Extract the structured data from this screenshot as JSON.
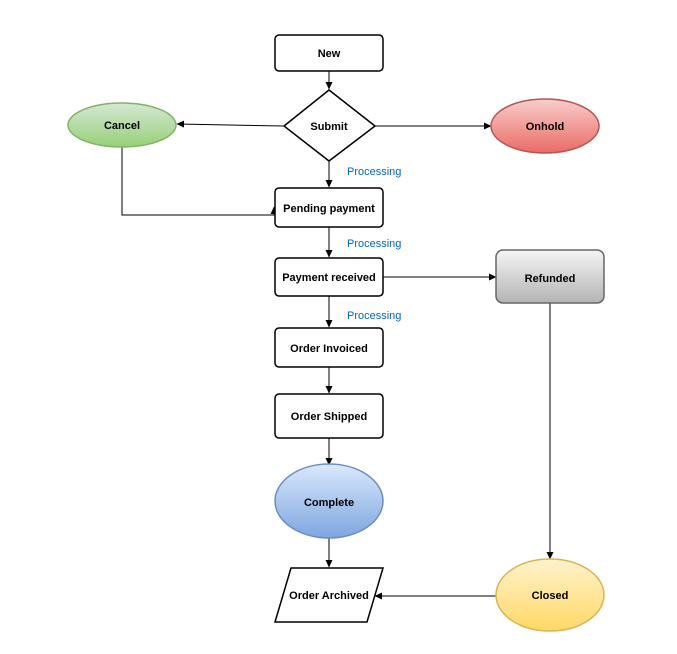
{
  "nodes": {
    "new": {
      "label": "New"
    },
    "submit": {
      "label": "Submit"
    },
    "cancel": {
      "label": "Cancel"
    },
    "onhold": {
      "label": "Onhold"
    },
    "pending_payment": {
      "label": "Pending payment"
    },
    "payment_received": {
      "label": "Payment received"
    },
    "refunded": {
      "label": "Refunded"
    },
    "order_invoiced": {
      "label": "Order Invoiced"
    },
    "order_shipped": {
      "label": "Order Shipped"
    },
    "complete": {
      "label": "Complete"
    },
    "order_archived": {
      "label": "Order Archived"
    },
    "closed": {
      "label": "Closed"
    }
  },
  "edge_labels": {
    "submit_to_pending": "Processing",
    "pending_to_received": "Processing",
    "received_to_invoiced": "Processing"
  },
  "colors": {
    "cancel_fill_top": "#d5e8d4",
    "cancel_fill_bottom": "#97d077",
    "cancel_stroke": "#82b366",
    "onhold_fill_top": "#f8cecc",
    "onhold_fill_bottom": "#ea6b66",
    "onhold_stroke": "#b85450",
    "refunded_fill_top": "#f5f5f5",
    "refunded_fill_bottom": "#b3b3b3",
    "refunded_stroke": "#666666",
    "complete_fill_top": "#dae8fc",
    "complete_fill_bottom": "#7ea6e0",
    "complete_stroke": "#6c8ebf",
    "closed_fill_top": "#fff2cc",
    "closed_fill_bottom": "#ffd966",
    "closed_stroke": "#d6b656",
    "edge_label": "#0066cc"
  }
}
